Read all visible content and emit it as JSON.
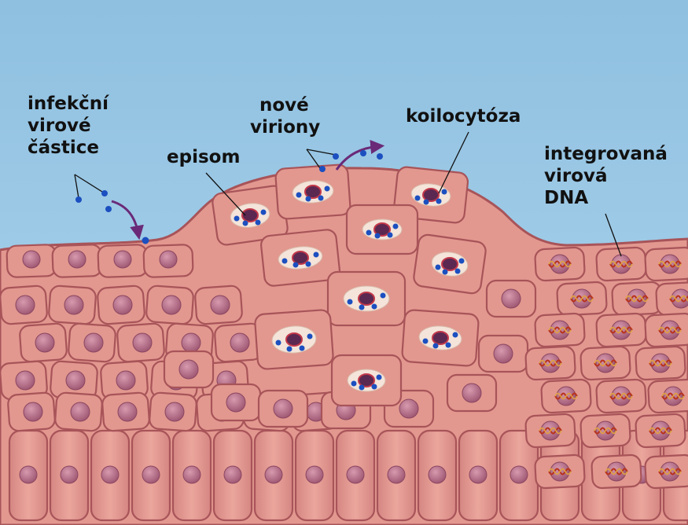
{
  "labels": {
    "infectious": [
      "infekční",
      "virové",
      "částice"
    ],
    "episome": "episom",
    "new_virions": [
      "nové",
      "viriony"
    ],
    "koilocytosis": "koilocytóza",
    "integrated": [
      "integrovaná",
      "virová",
      "DNA"
    ]
  },
  "colors": {
    "sky": "#9ac7e4",
    "cell": "#e2988f",
    "cell_dark": "#c57470",
    "membrane": "#a85459",
    "nucleus": "#b86e85",
    "vacuole": "#f4e4da",
    "virion": "#1c4fc0",
    "arrow": "#6a2a78",
    "dna": "#b8321c"
  }
}
